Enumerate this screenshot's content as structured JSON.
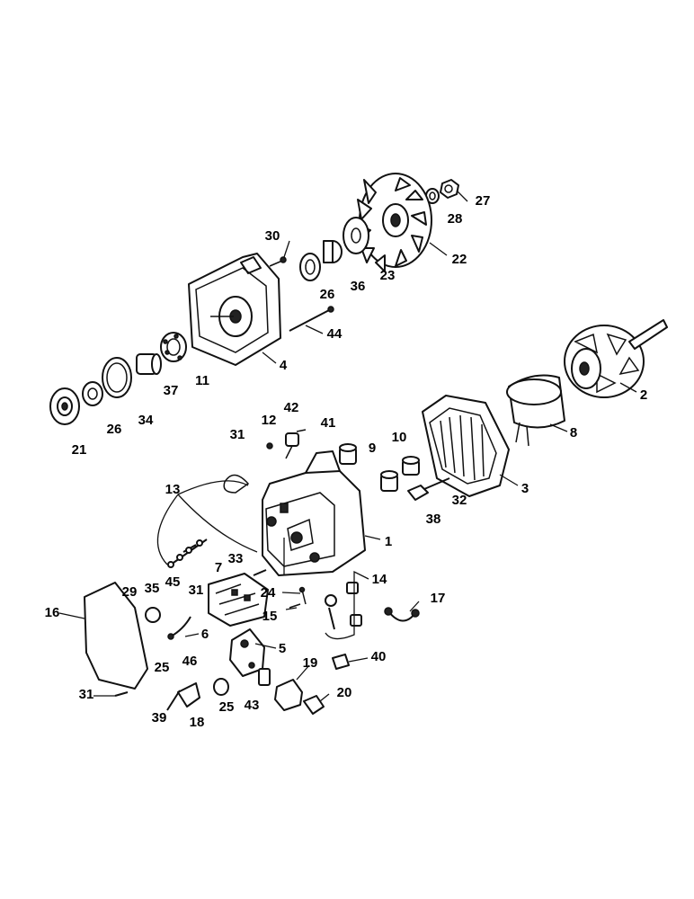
{
  "callouts": {
    "c1": "1",
    "c2": "2",
    "c3": "3",
    "c4": "4",
    "c5": "5",
    "c6": "6",
    "c7": "7",
    "c8": "8",
    "c9": "9",
    "c10": "10",
    "c11": "11",
    "c12": "12",
    "c13": "13",
    "c14": "14",
    "c15": "15",
    "c16": "16",
    "c17": "17",
    "c18": "18",
    "c19": "19",
    "c20": "20",
    "c21": "21",
    "c22": "22",
    "c23": "23",
    "c24": "24",
    "c25a": "25",
    "c25b": "25",
    "c26a": "26",
    "c26b": "26",
    "c27": "27",
    "c28": "28",
    "c29": "29",
    "c30": "30",
    "c31a": "31",
    "c31b": "31",
    "c31c": "31",
    "c32": "32",
    "c33": "33",
    "c34": "34",
    "c35": "35",
    "c36": "36",
    "c37": "37",
    "c38": "38",
    "c39": "39",
    "c40": "40",
    "c41": "41",
    "c42": "42",
    "c43": "43",
    "c44": "44",
    "c45": "45",
    "c46": "46"
  },
  "colors": {
    "ink": "#111111",
    "paper": "#ffffff"
  }
}
